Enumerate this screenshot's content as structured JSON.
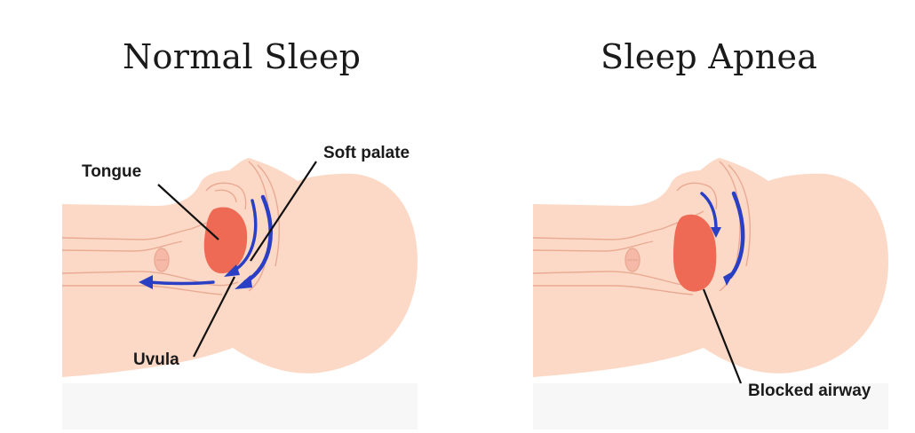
{
  "panels": {
    "left": {
      "title": "Normal Sleep"
    },
    "right": {
      "title": "Sleep Apnea"
    }
  },
  "labels": {
    "tongue": "Tongue",
    "soft_palate": "Soft palate",
    "uvula": "Uvula",
    "blocked_airway": "Blocked airway"
  },
  "colors": {
    "skin": "#fcd9c6",
    "skin_line": "#e9aa94",
    "tongue": "#ee6a54",
    "airflow": "#2a3fc4",
    "leader_line": "#111111",
    "shadow": "#f6f6f6"
  }
}
